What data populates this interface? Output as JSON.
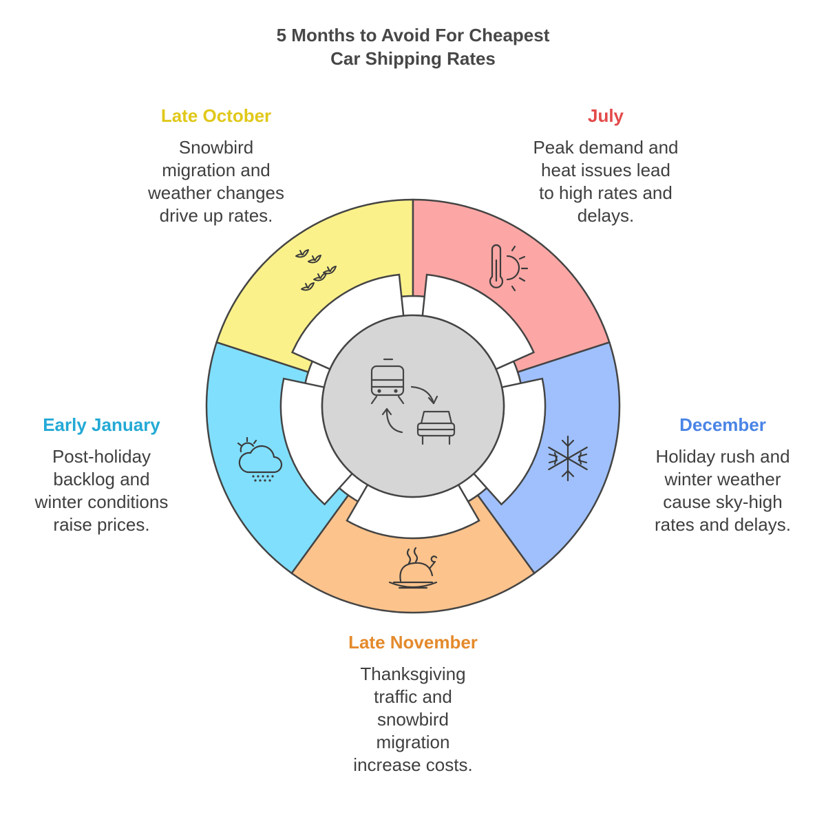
{
  "title": {
    "line1": "5 Months to Avoid For Cheapest",
    "line2": "Car Shipping Rates"
  },
  "segments": [
    {
      "id": "late-october",
      "heading": "Late October",
      "color": "#fbf18a",
      "heading_color": "#e0c81a",
      "icon": "birds-icon",
      "desc": [
        "Snowbird",
        "migration and",
        "weather changes",
        "drive up rates."
      ]
    },
    {
      "id": "july",
      "heading": "July",
      "color": "#fca7a5",
      "heading_color": "#e34a4a",
      "icon": "thermometer-sun-icon",
      "desc": [
        "Peak demand and",
        "heat issues lead",
        "to high rates and",
        "delays."
      ]
    },
    {
      "id": "december",
      "heading": "December",
      "color": "#9fc0fc",
      "heading_color": "#4a84e6",
      "icon": "snowflake-icon",
      "desc": [
        "Holiday rush and",
        "winter weather",
        "cause sky-high",
        "rates and delays."
      ]
    },
    {
      "id": "late-november",
      "heading": "Late November",
      "color": "#fcc38c",
      "heading_color": "#e48a2c",
      "icon": "turkey-icon",
      "desc": [
        "Thanksgiving",
        "traffic and",
        "snowbird",
        "migration",
        "increase costs."
      ]
    },
    {
      "id": "early-january",
      "heading": "Early January",
      "color": "#80dffd",
      "heading_color": "#23a9d5",
      "icon": "cloud-snow-icon",
      "desc": [
        "Post-holiday",
        "backlog and",
        "winter conditions",
        "raise prices."
      ]
    }
  ],
  "center": {
    "icon": "train-car-exchange-icon",
    "color": "#d6d6d6"
  }
}
